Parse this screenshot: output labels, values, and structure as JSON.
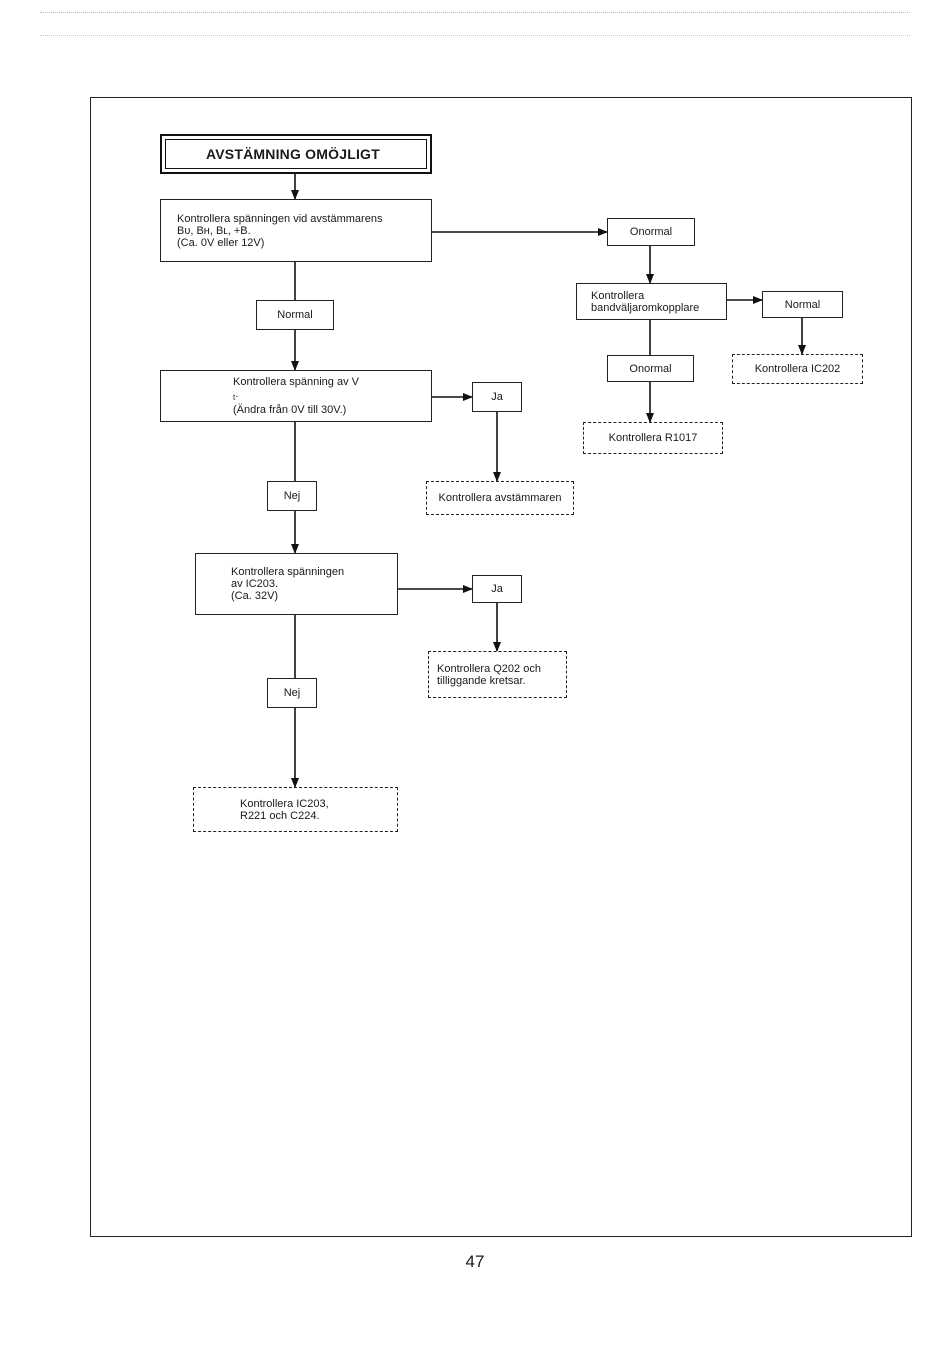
{
  "title": "AVSTÄMNING OMÖJLIGT",
  "page_number": "47",
  "nodes": {
    "check_tuner_voltage": {
      "lines": [
        "Kontrollera spänningen vid avstämmarens",
        "Bᴜ, Bʜ, Bʟ, +B.",
        "(Ca. 0V eller 12V)"
      ]
    },
    "onormal_1": {
      "text": "Onormal"
    },
    "check_band_switch": {
      "lines": [
        "Kontrollera",
        "bandväljaromkopplare"
      ]
    },
    "normal_2": {
      "text": "Normal"
    },
    "check_ic202": {
      "text": "Kontrollera IC202"
    },
    "onormal_2": {
      "text": "Onormal"
    },
    "check_r1017": {
      "text": "Kontrollera R1017"
    },
    "normal_1": {
      "text": "Normal"
    },
    "check_vt_line1": "Kontrollera spänning av V",
    "check_vt_sub": "t",
    "check_vt_line2": "(Ändra från 0V till 30V.)",
    "ja_1": {
      "text": "Ja"
    },
    "check_tuner": {
      "text": "Kontrollera avstämmaren"
    },
    "nej_1": {
      "text": "Nej"
    },
    "check_ic203_voltage": {
      "lines": [
        "Kontrollera spänningen",
        "av IC203.",
        "(Ca. 32V)"
      ]
    },
    "ja_2": {
      "text": "Ja"
    },
    "check_q202": {
      "lines": [
        "Kontrollera Q202 och",
        "tilliggande kretsar."
      ]
    },
    "nej_2": {
      "text": "Nej"
    },
    "check_ic203_parts": {
      "lines": [
        "Kontrollera IC203,",
        "R221 och C224."
      ]
    }
  }
}
